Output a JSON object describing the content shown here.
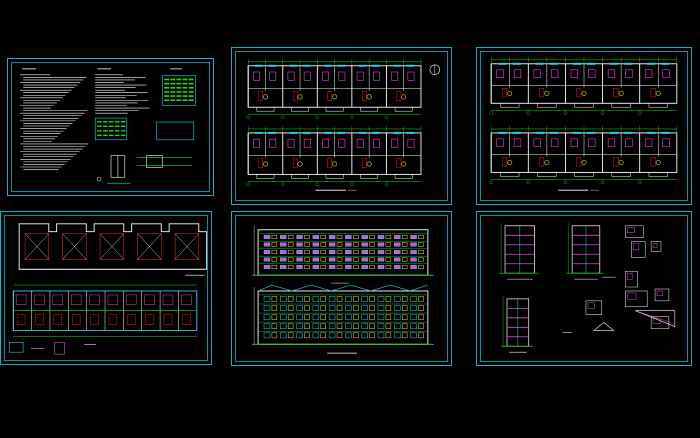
{
  "canvas": {
    "background": "#000000"
  },
  "colors": {
    "frame": "#12b5c8",
    "green": "#18e21a",
    "magenta": "#e34ad8",
    "yellow": "#f2e12a",
    "cyan": "#18d8e8",
    "red": "#e52222",
    "white": "#ffffff"
  },
  "sheets": [
    {
      "id": "design-notes-sheet"
    },
    {
      "id": "floor-plan-upper-sheet"
    },
    {
      "id": "floor-plan-typical-sheet"
    },
    {
      "id": "roof-and-ground-plan-sheet"
    },
    {
      "id": "elevations-sheet"
    },
    {
      "id": "sections-details-sheet"
    }
  ]
}
